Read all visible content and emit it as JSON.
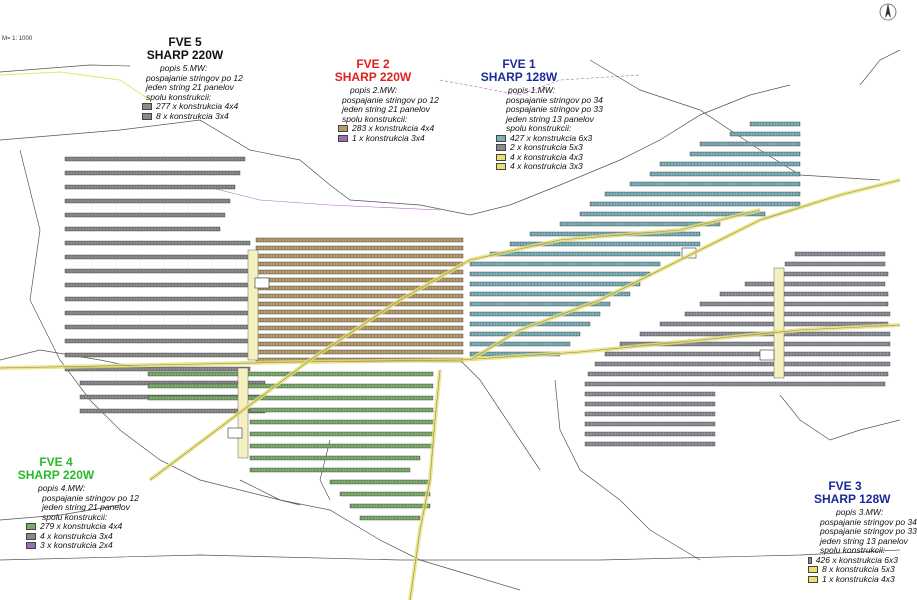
{
  "scale": "M= 1: 1000",
  "colors": {
    "fve5": "#8a8a8a",
    "fve2": "#b59b6d",
    "fve1": "#79b0b8",
    "fve3": "#8f8f9a",
    "fve4": "#7cac6c",
    "title_red": "#e02020",
    "title_blue": "#1a2a9a",
    "title_green": "#2bb82b"
  },
  "plants": [
    {
      "id": "fve5",
      "title": "FVE 5",
      "panel": "SHARP 220W",
      "desc_title": "popis 5.MW:",
      "lines": [
        "pospajanie stringov po 12",
        "jeden string 21 panelov",
        "spolu konstrukcii:"
      ],
      "legend": [
        {
          "text": "277 x konstrukcia 4x4",
          "color": "#8a8a8a"
        },
        {
          "text": "8 x konstrukcia 3x4",
          "color": "#8a8a8a"
        }
      ]
    },
    {
      "id": "fve2",
      "title": "FVE 2",
      "panel": "SHARP 220W",
      "desc_title": "popis 2.MW:",
      "lines": [
        "pospajanie stringov po 12",
        "jeden string 21 panelov",
        "spolu konstrukcii:"
      ],
      "legend": [
        {
          "text": "283 x konstrukcia 4x4",
          "color": "#b59b6d"
        },
        {
          "text": "1 x konstrukcia 3x4",
          "color": "#9a6fb0"
        }
      ]
    },
    {
      "id": "fve1",
      "title": "FVE 1",
      "panel": "SHARP 128W",
      "desc_title": "popis 1.MW:",
      "lines": [
        "pospajanie stringov po 34",
        "pospajanie stringov po 33",
        "jeden string 13 panelov",
        "spolu konstrukcii:"
      ],
      "legend": [
        {
          "text": "427 x konstrukcia 6x3",
          "color": "#79b0b8"
        },
        {
          "text": "2 x konstrukcia 5x3",
          "color": "#8a8a8a"
        },
        {
          "text": "4 x konstrukcia 4x3",
          "color": "#e8e070"
        },
        {
          "text": "4 x konstrukcia 3x3",
          "color": "#e8e070"
        }
      ]
    },
    {
      "id": "fve4",
      "title": "FVE 4",
      "panel": "SHARP 220W",
      "desc_title": "popis 4.MW:",
      "lines": [
        "pospajanie stringov po 12",
        "jeden string 21 panelov",
        "spolu konstrukcii:"
      ],
      "legend": [
        {
          "text": "279 x konstrukcia 4x4",
          "color": "#7cac6c"
        },
        {
          "text": "4 x konstrukcia 3x4",
          "color": "#8a8a8a"
        },
        {
          "text": "3 x konstrukcia 2x4",
          "color": "#9a6fb0"
        }
      ]
    },
    {
      "id": "fve3",
      "title": "FVE 3",
      "panel": "SHARP 128W",
      "desc_title": "popis 3.MW:",
      "lines": [
        "pospajanie stringov po 34",
        "pospajanie stringov po 33",
        "jeden string 13 panelov",
        "spolu konstrukcii:"
      ],
      "legend": [
        {
          "text": "426 x konstrukcia 6x3",
          "color": "#8f8f9a"
        },
        {
          "text": "8 x konstrukcia 5x3",
          "color": "#e8e070"
        },
        {
          "text": "1 x konstrukcia 4x3",
          "color": "#e8e070"
        }
      ]
    }
  ]
}
